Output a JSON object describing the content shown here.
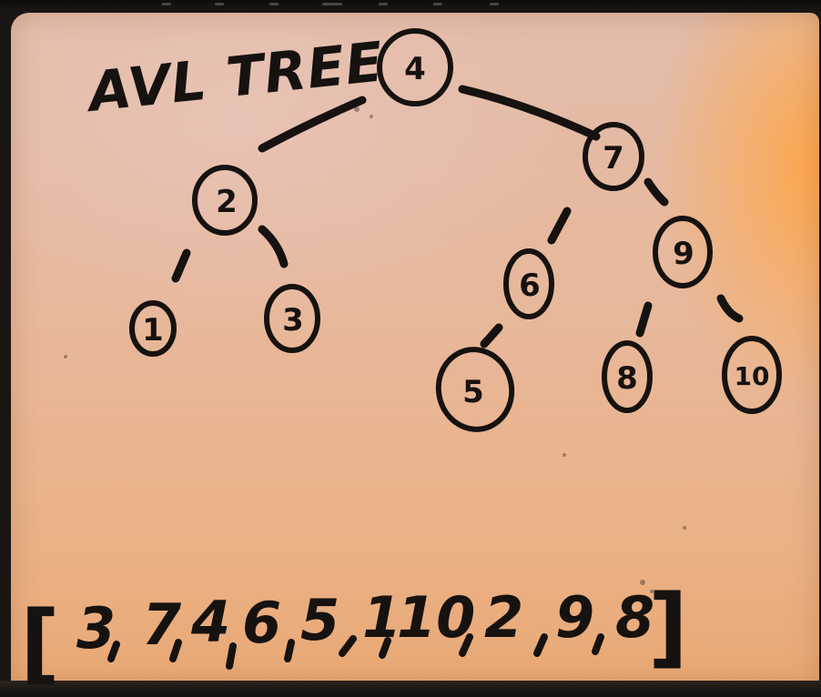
{
  "title": "AVL TREE",
  "nodes": [
    {
      "id": "n4",
      "label": "4"
    },
    {
      "id": "n2",
      "label": "2"
    },
    {
      "id": "n7",
      "label": "7"
    },
    {
      "id": "n1",
      "label": "1"
    },
    {
      "id": "n3",
      "label": "3"
    },
    {
      "id": "n6",
      "label": "6"
    },
    {
      "id": "n9",
      "label": "9"
    },
    {
      "id": "n5",
      "label": "5"
    },
    {
      "id": "n8",
      "label": "8"
    },
    {
      "id": "n10",
      "label": "10"
    }
  ],
  "edges": [
    {
      "from": "4",
      "to": "2"
    },
    {
      "from": "4",
      "to": "7"
    },
    {
      "from": "2",
      "to": "1"
    },
    {
      "from": "2",
      "to": "3"
    },
    {
      "from": "7",
      "to": "6"
    },
    {
      "from": "7",
      "to": "9"
    },
    {
      "from": "6",
      "to": "5"
    },
    {
      "from": "9",
      "to": "8"
    },
    {
      "from": "9",
      "to": "10"
    }
  ],
  "sequence": {
    "open_bracket": "[",
    "close_bracket": "]",
    "values": [
      "3",
      "7",
      "4",
      "6",
      "5",
      "1",
      "10",
      "2",
      "9",
      "8"
    ]
  },
  "colors": {
    "ink": "#161210",
    "board": "#e6b89e",
    "lamp_glow": "#ffa646",
    "frame": "#1a1614"
  }
}
